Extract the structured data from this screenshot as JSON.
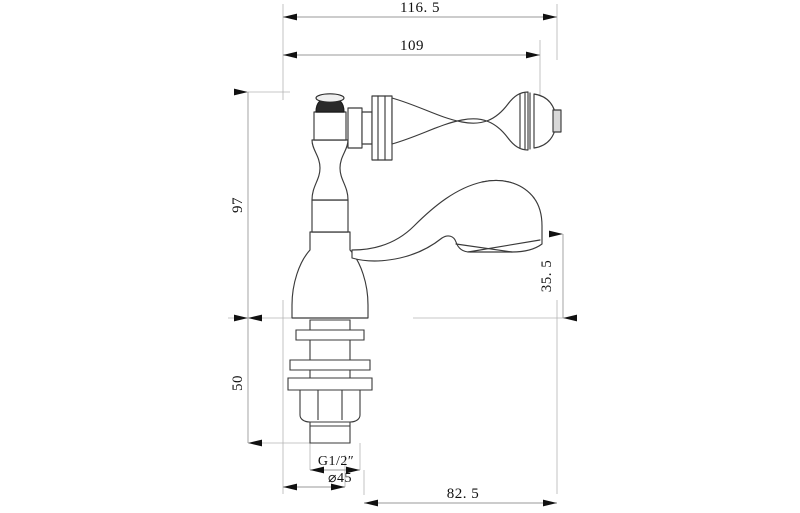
{
  "drawing": {
    "type": "engineering-dimension-drawing",
    "subject": "basin tap / faucet with lever handle",
    "projection": "side elevation",
    "units": "mm",
    "line_color": "#3a3a3a",
    "dim_line_color": "#8a8a8a",
    "text_color": "#111111",
    "background": "#ffffff"
  },
  "dimensions": {
    "overall_width": "116. 5",
    "spout_reach": "109",
    "height_above_deck": "97",
    "shank_length": "50",
    "spout_outlet_height": "35. 5",
    "thread_size": "G1/2″",
    "base_diameter": "⌀45",
    "body_depth": "82. 5"
  },
  "labels": [
    {
      "id": "dim-116-5",
      "text": "116. 5"
    },
    {
      "id": "dim-109",
      "text": "109"
    },
    {
      "id": "dim-97",
      "text": "97"
    },
    {
      "id": "dim-50",
      "text": "50"
    },
    {
      "id": "dim-35-5",
      "text": "35. 5"
    },
    {
      "id": "dim-g12",
      "text": "G1/2″"
    },
    {
      "id": "dim-d45",
      "text": "⌀45"
    },
    {
      "id": "dim-82-5",
      "text": "82. 5"
    }
  ]
}
